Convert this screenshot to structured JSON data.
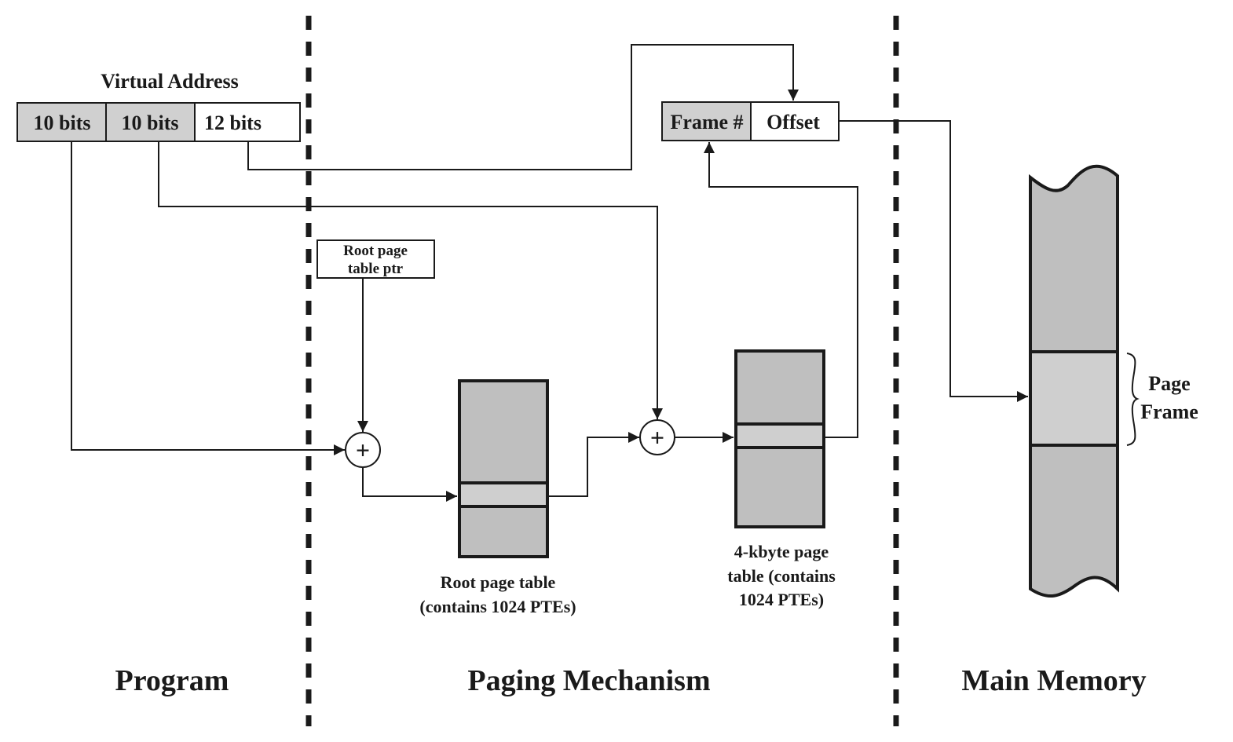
{
  "title": "Two-level hierarchical page table address translation",
  "colors": {
    "line": "#1a1a1a",
    "dark_fill": "#bfbfbf",
    "light_fill": "#cfcfcf",
    "field_fill": "#d0d0d0",
    "white": "#ffffff"
  },
  "regions": {
    "program": "Program",
    "paging": "Paging Mechanism",
    "memory": "Main Memory"
  },
  "virtual_address": {
    "label": "Virtual Address",
    "fields": [
      "10 bits",
      "10 bits",
      "12 bits"
    ]
  },
  "physical_address": {
    "fields": [
      "Frame #",
      "Offset"
    ]
  },
  "root_ptr": {
    "line1": "Root page",
    "line2": "table ptr"
  },
  "adder_symbol": "+",
  "root_table": {
    "line1": "Root page table",
    "line2": "(contains 1024 PTEs)"
  },
  "page_table": {
    "line1": "4-kbyte page",
    "line2": "table (contains",
    "line3": "1024 PTEs)"
  },
  "page_frame": {
    "line1": "Page",
    "line2": "Frame"
  }
}
